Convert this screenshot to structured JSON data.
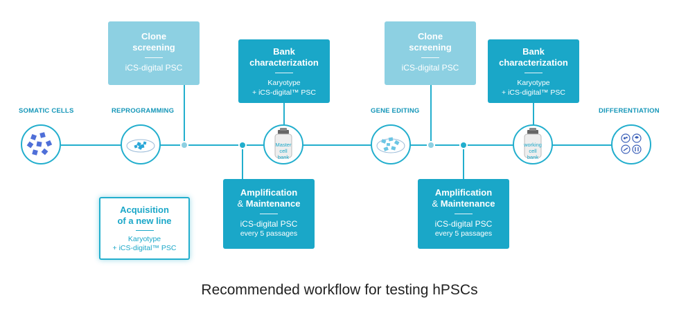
{
  "stages": {
    "somatic": "SOMATIC CELLS",
    "reprogramming": "REPROGRAMMING",
    "gene_editing": "GENE EDITING",
    "differentiation": "DIFFERENTIATION"
  },
  "clone1": {
    "title1": "Clone",
    "title2": "screening",
    "sub": "iCS-digital PSC"
  },
  "clone2": {
    "title1": "Clone",
    "title2": "screening",
    "sub": "iCS-digital PSC"
  },
  "bank1": {
    "title1": "Bank",
    "title2": "characterization",
    "sub1": "Karyotype",
    "sub2": "+ iCS-digital™ PSC"
  },
  "bank2": {
    "title1": "Bank",
    "title2": "characterization",
    "sub1": "Karyotype",
    "sub2": "+ iCS-digital™ PSC"
  },
  "amp1": {
    "title1": "Amplification",
    "amp": "&",
    "title2": "Maintenance",
    "sub1": "iCS-digital PSC",
    "sub2": "every 5 passages"
  },
  "amp2": {
    "title1": "Amplification",
    "amp": "&",
    "title2": "Maintenance",
    "sub1": "iCS-digital PSC",
    "sub2": "every 5 passages"
  },
  "acquisition": {
    "title1": "Acquisition",
    "title2": "of a new line",
    "sub1": "Karyotype",
    "sub2": "+ iCS-digital™ PSC"
  },
  "tanks": {
    "master": [
      "Master",
      "cell",
      "bank"
    ],
    "working": [
      "working",
      "cell",
      "bank"
    ]
  },
  "caption": "Recommended workflow for testing hPSCs",
  "colors": {
    "primary": "#1aa7c8",
    "light": "#8dd0e2",
    "line": "#22aecd"
  }
}
